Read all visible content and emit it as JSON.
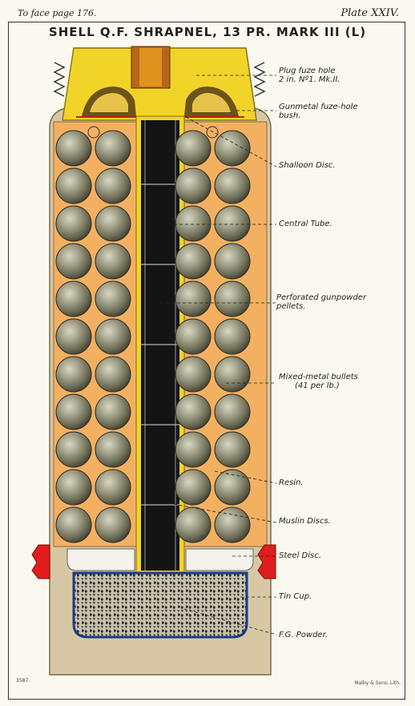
{
  "header": {
    "left_note": "To face page 176.",
    "plate": "Plate XXIV."
  },
  "title": "SHELL  Q.F.  SHRAPNEL,  13  PR.  MARK  III (L)",
  "labels": [
    {
      "line1": "Plug fuze hole",
      "line2": "2 in. Nº1. Mk.II."
    },
    {
      "line1": "Gunmetal fuze-hole",
      "line2": "bush."
    },
    {
      "line1": "Shalloon Disc.",
      "line2": ""
    },
    {
      "line1": "Central Tube.",
      "line2": ""
    },
    {
      "line1": "Perforated gunpowder",
      "line2": "pellets."
    },
    {
      "line1": "Mixed-metal bullets",
      "line2": "(41 per lb.)"
    },
    {
      "line1": "Resin.",
      "line2": ""
    },
    {
      "line1": "Muslin Discs.",
      "line2": ""
    },
    {
      "line1": "Steel Disc.",
      "line2": ""
    },
    {
      "line1": "Tin Cup.",
      "line2": ""
    },
    {
      "line1": "F.G. Powder.",
      "line2": ""
    }
  ],
  "footer": {
    "number": "3587.",
    "printer": "Malby & Sons, Lith."
  },
  "colors": {
    "shell_body": "#d8c7a4",
    "fuze_bush": "#f2d428",
    "resin": "#f3b061",
    "central_tube": "#141414",
    "bullet": "#6b6a55",
    "driving_band": "#e01c1c",
    "tin_cup": "#1d3a8a"
  }
}
